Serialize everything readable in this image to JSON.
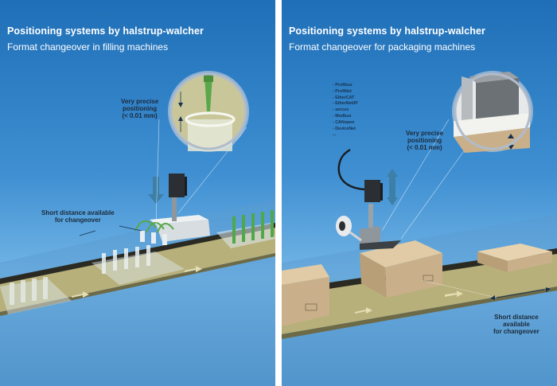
{
  "left_panel": {
    "title": "Positioning systems by halstrup-walcher",
    "subtitle": "Format changeover in filling machines",
    "precision_label_line1": "Very precise",
    "precision_label_line2": "positioning",
    "precision_label_line3": "(< 0.01 mm)",
    "distance_label_line1": "Short distance available",
    "distance_label_line2": "for changeover"
  },
  "right_panel": {
    "title": "Positioning systems by halstrup-walcher",
    "subtitle": "Format changeover for packaging machines",
    "fieldbus_list": [
      "- Profibus",
      "- ProfiNet",
      "- EtherCAT",
      "- EtherNet/IP",
      "- sercos",
      "- Modbus",
      "- CANopen",
      "- DeviceNet",
      "..."
    ],
    "precision_label_line1": "Very precise",
    "precision_label_line2": "positioning",
    "precision_label_line3": "(< 0.01 mm)",
    "distance_label_line1": "Short distance",
    "distance_label_line2": "available",
    "distance_label_line3": "for changeover"
  },
  "colors": {
    "sky_top": "#1f6fb8",
    "sky_light": "#74b6e6",
    "conveyor": "#b7b07a",
    "conveyor_edge": "#2a2a22",
    "lens_bg": "#c9c79a",
    "cardboard": "#c9b08a",
    "actuator_dark": "#2b2f33",
    "arrow_blue": "#3d7fa6"
  },
  "icons": [
    "positioning-actuator-icon",
    "magnifier-lens-icon",
    "vertical-arrow-icon",
    "double-arrow-icon",
    "cable-icon",
    "tape-reel-icon"
  ]
}
